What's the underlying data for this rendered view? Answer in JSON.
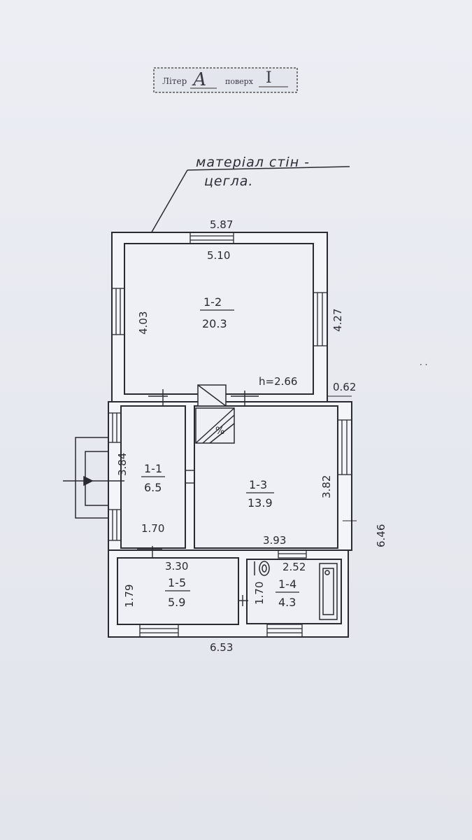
{
  "stamp": {
    "letter_label": "Літер",
    "letter_value": "А",
    "floor_label": "поверх",
    "floor_value": "I"
  },
  "wall_material": {
    "line1": "матеріал стін -",
    "line2": "цегла."
  },
  "dimensions": {
    "top_outer": "5.87",
    "top_inner": "5.10",
    "room12_left": "4.03",
    "room12_right": "4.27",
    "ceiling_height": "h=2.66",
    "offset": "0.62",
    "room11_height": "3.84",
    "room11_width": "1.70",
    "room13_height": "3.82",
    "room13_width": "3.93",
    "overall_right": "6.46",
    "room15_width": "3.30",
    "room15_height": "1.79",
    "room14_width": "2.52",
    "room14_height": "1.70",
    "bottom_outer": "6.53"
  },
  "rooms": [
    {
      "id": "1-2",
      "area": "20.3"
    },
    {
      "id": "1-1",
      "area": "6.5"
    },
    {
      "id": "1-3",
      "area": "13.9"
    },
    {
      "id": "1-5",
      "area": "5.9"
    },
    {
      "id": "1-4",
      "area": "4.3"
    }
  ],
  "colors": {
    "paper": "#e9ebf2",
    "ink": "#2a2a32",
    "wall_fill": "#f4f5f8"
  }
}
